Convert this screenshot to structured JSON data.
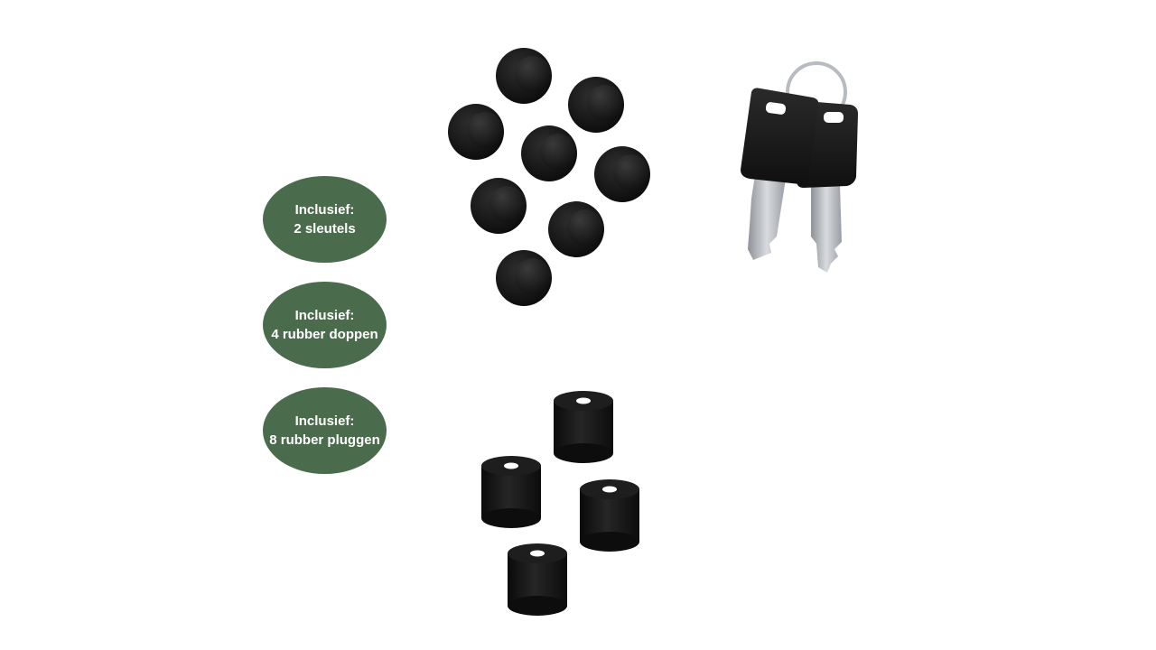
{
  "badges": [
    {
      "line1": "Inclusief:",
      "line2": "2 sleutels"
    },
    {
      "line1": "Inclusief:",
      "line2": "4 rubber doppen"
    },
    {
      "line1": "Inclusief:",
      "line2": "8 rubber pluggen"
    }
  ],
  "colors": {
    "badge": "#4a6b4c",
    "badge_text": "#ffffff",
    "rubber": "#141414",
    "key_metal": "#b8bcc0"
  },
  "icons": [
    "rubber-plug-icon",
    "key-icon",
    "key-ring-icon",
    "rubber-cap-icon"
  ]
}
